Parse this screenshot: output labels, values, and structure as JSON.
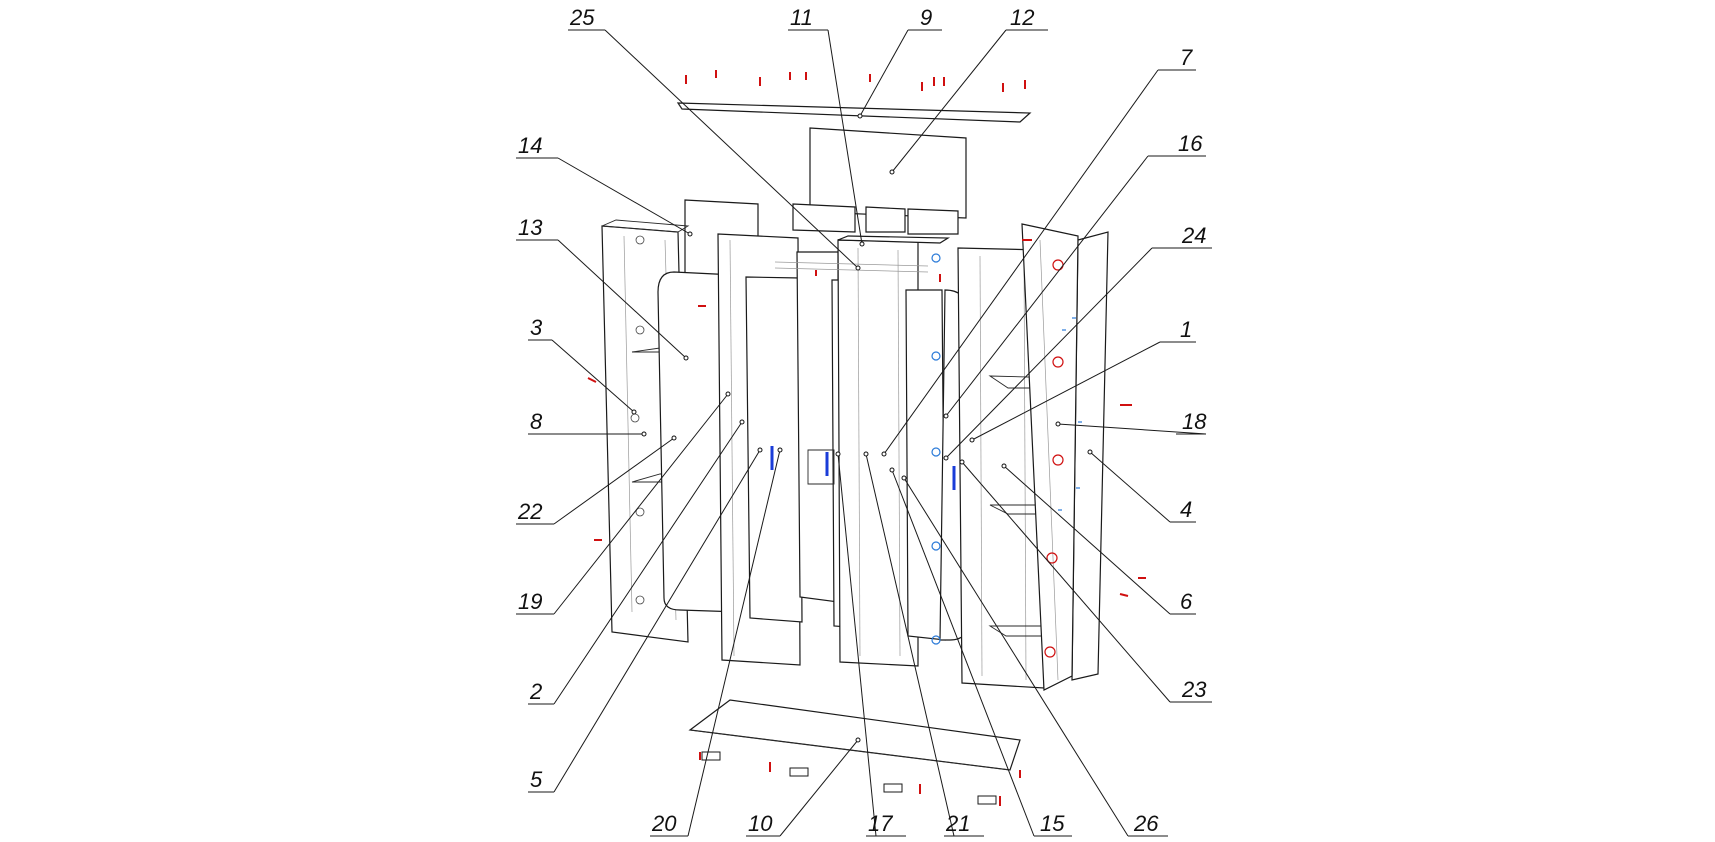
{
  "diagram": {
    "callouts": [
      {
        "id": "c25",
        "text": "25"
      },
      {
        "id": "c11",
        "text": "11"
      },
      {
        "id": "c9",
        "text": "9"
      },
      {
        "id": "c12",
        "text": "12"
      },
      {
        "id": "c7",
        "text": "7"
      },
      {
        "id": "c16",
        "text": "16"
      },
      {
        "id": "c14",
        "text": "14"
      },
      {
        "id": "c24",
        "text": "24"
      },
      {
        "id": "c13",
        "text": "13"
      },
      {
        "id": "c1",
        "text": "1"
      },
      {
        "id": "c3",
        "text": "3"
      },
      {
        "id": "c18",
        "text": "18"
      },
      {
        "id": "c8",
        "text": "8"
      },
      {
        "id": "c4",
        "text": "4"
      },
      {
        "id": "c22",
        "text": "22"
      },
      {
        "id": "c6",
        "text": "6"
      },
      {
        "id": "c19",
        "text": "19"
      },
      {
        "id": "c23",
        "text": "23"
      },
      {
        "id": "c2",
        "text": "2"
      },
      {
        "id": "c5",
        "text": "5"
      },
      {
        "id": "c20",
        "text": "20"
      },
      {
        "id": "c10",
        "text": "10"
      },
      {
        "id": "c17",
        "text": "17"
      },
      {
        "id": "c21",
        "text": "21"
      },
      {
        "id": "c15",
        "text": "15"
      },
      {
        "id": "c26",
        "text": "26"
      }
    ]
  }
}
